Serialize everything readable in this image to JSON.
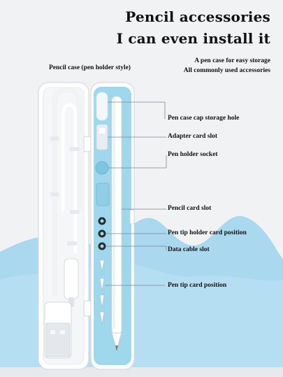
{
  "header": {
    "title_line1": "Pencil accessories",
    "title_line2": "I can even install it",
    "subtitle_line1": "A pen case for easy storage",
    "subtitle_line2": "All commonly used accessories"
  },
  "case_label": "Pencil case (pen holder style)",
  "callouts": {
    "cap_hole": "Pen case cap storage hole",
    "adapter_slot": "Adapter card slot",
    "holder_socket": "Pen holder socket",
    "pencil_slot": "Pencil card slot",
    "tip_holder": "Pen tip holder card position",
    "cable_slot": "Data cable slot",
    "tip_card": "Pen tip card position"
  },
  "colors": {
    "background": "#f2f3f5",
    "wave_blue": "#a9d8ef",
    "tray_blue": "#9fd7ec",
    "case_white": "#ffffff"
  }
}
